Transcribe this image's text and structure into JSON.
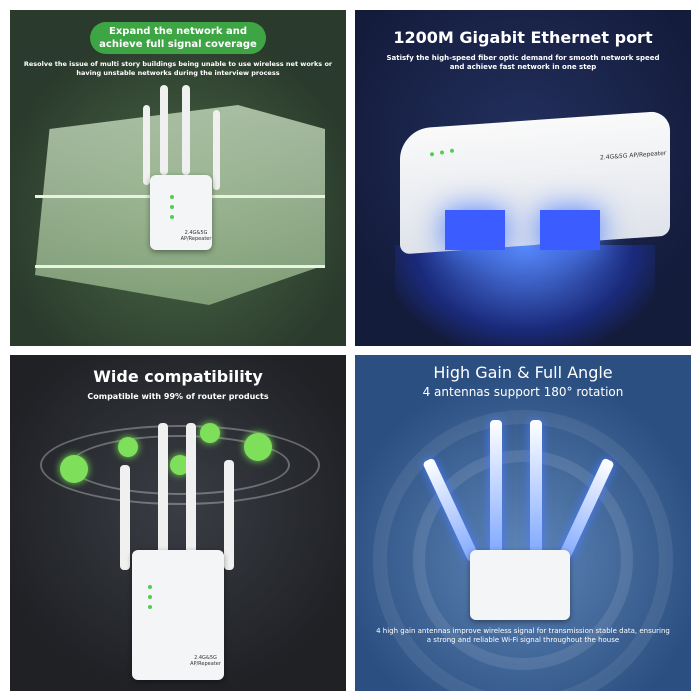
{
  "panels": {
    "coverage": {
      "title": "Expand the network and achieve full signal coverage",
      "subtitle": "Resolve the issue of multi story buildings being unable to use wireless net works or having unstable networks during the interview process",
      "device_label": "2.4G&5G AP/Repeater",
      "accent": "#3ea544"
    },
    "ethernet": {
      "title": "1200M Gigabit Ethernet port",
      "subtitle": "Satisfy the high-speed fiber optic demand for smooth network speed and achieve fast network in one step",
      "device_label": "2.4G&5G AP/Repeater",
      "accent": "#3b5cff"
    },
    "compatibility": {
      "title": "Wide compatibility",
      "subtitle": "Compatible with 99% of router products",
      "device_label": "2.4G&5G AP/Repeater",
      "accent": "#7ee05a"
    },
    "antennas": {
      "title": "High Gain & Full Angle",
      "subtitle": "4 antennas support 180° rotation",
      "footer": "4 high gain antennas improve wireless signal for transmission stable data, ensuring a strong and reliable Wi-Fi signal throughout the house",
      "accent": "#4a7cff"
    }
  }
}
